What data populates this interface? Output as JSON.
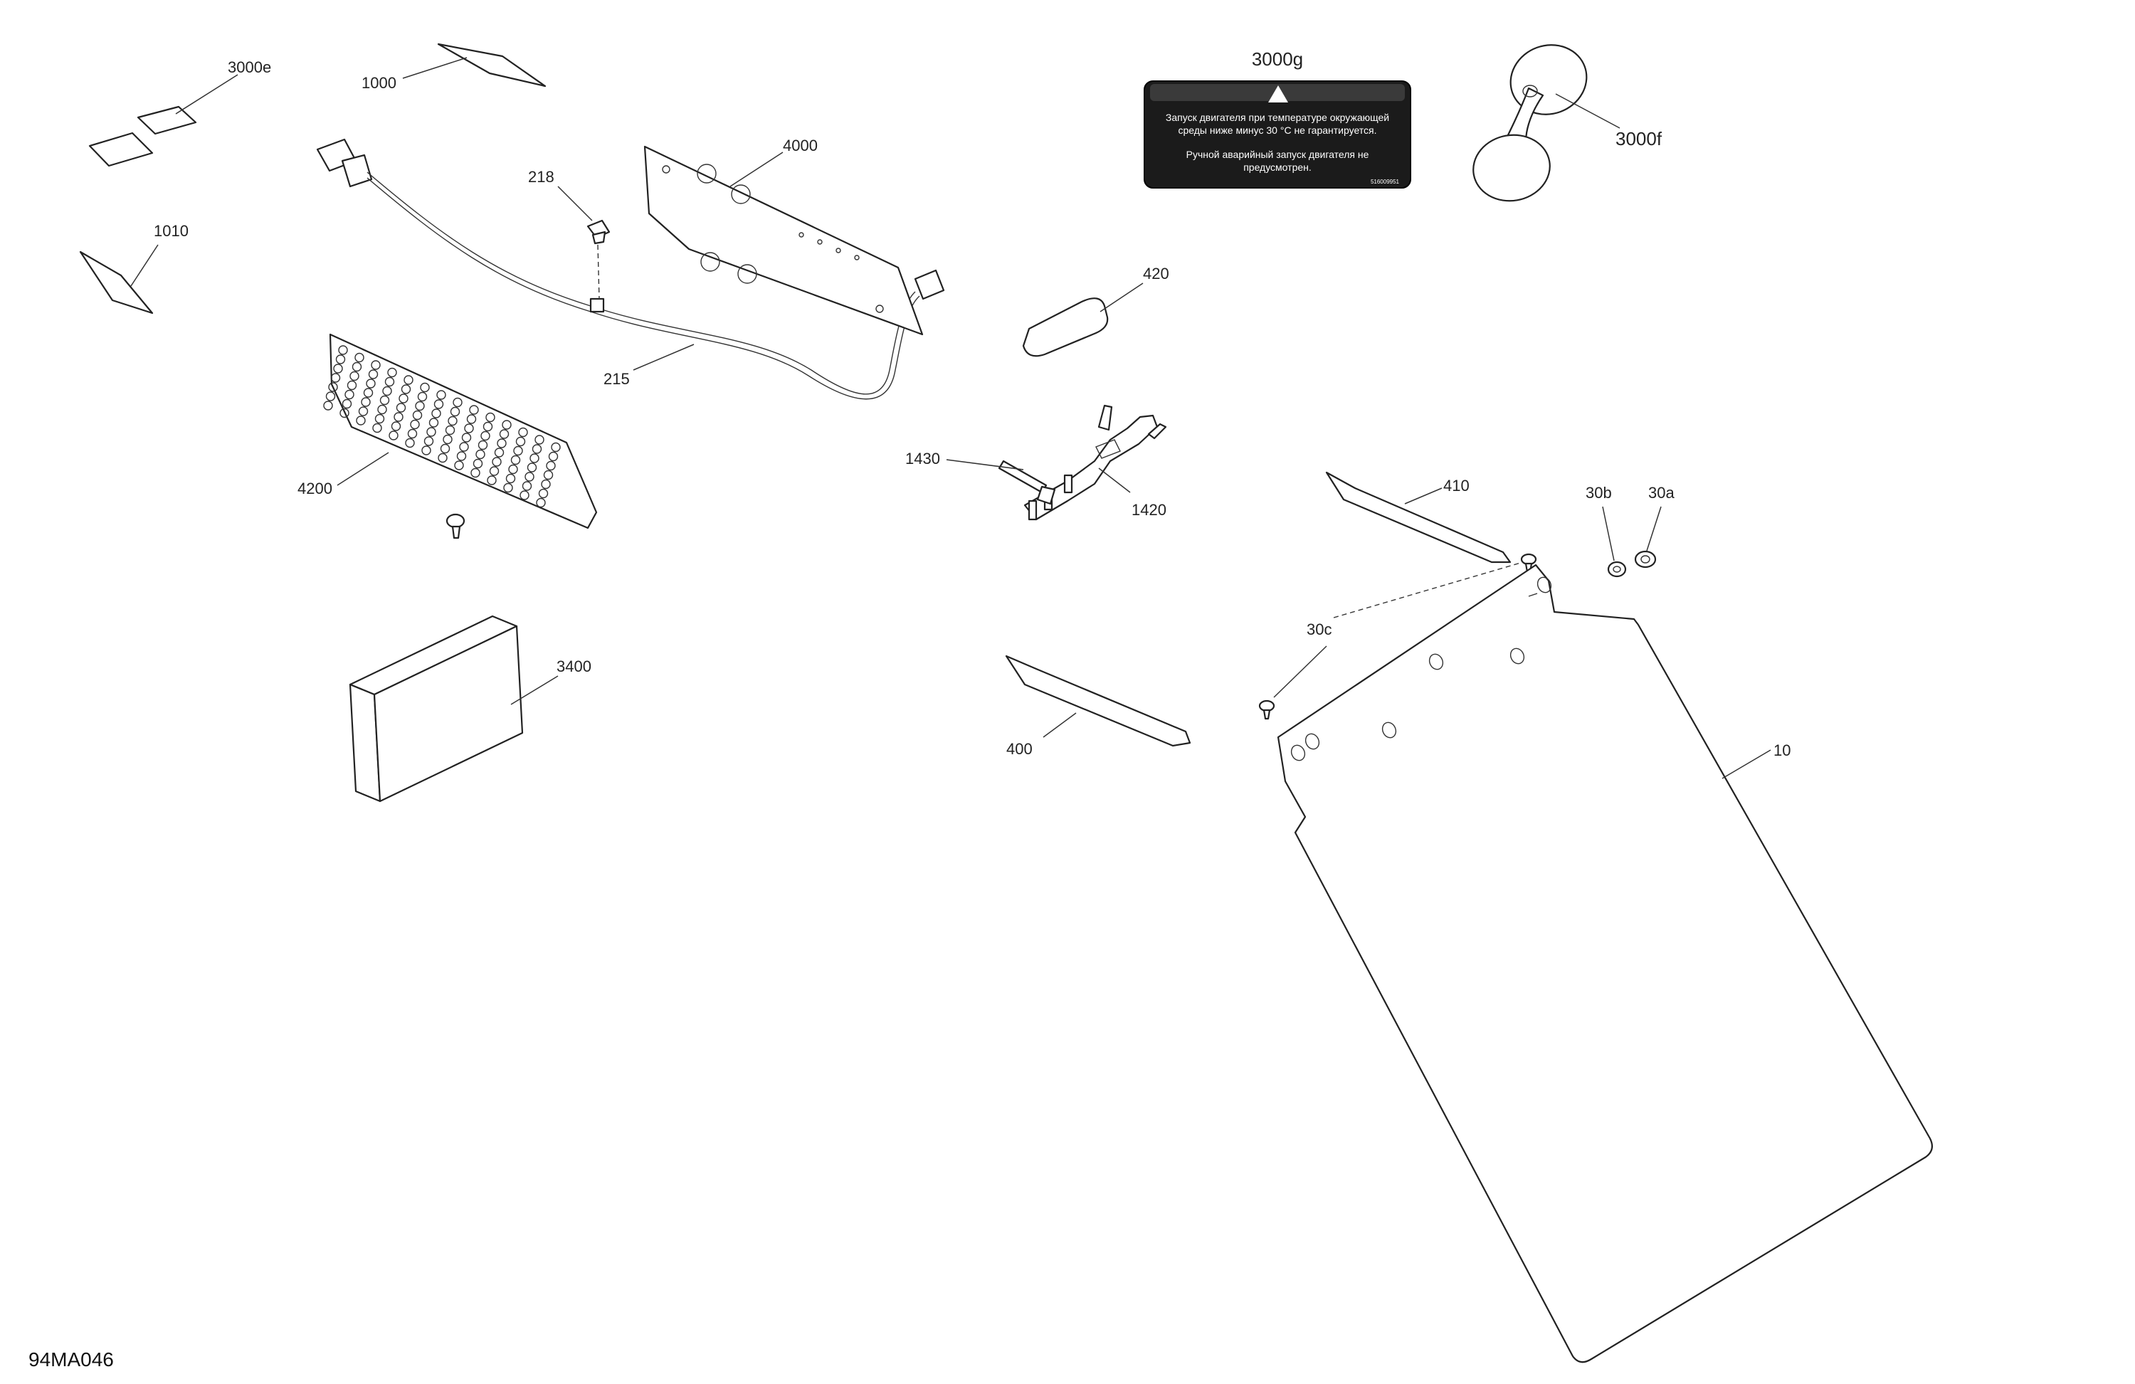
{
  "diagram_code": "94MA046",
  "callouts": {
    "c3000e": "3000e",
    "c1000": "1000",
    "c1010": "1010",
    "c218": "218",
    "c4000": "4000",
    "c215": "215",
    "c4200": "4200",
    "c3000g": "3000g",
    "c3000f": "3000f",
    "c420": "420",
    "c1430": "1430",
    "c1420": "1420",
    "c410": "410",
    "c30b": "30b",
    "c30a": "30a",
    "c30c": "30c",
    "c3400": "3400",
    "c400": "400",
    "c10": "10"
  },
  "warning_label": {
    "line1": "Запуск двигателя при температуре окружающей",
    "line2": "среды ниже минус 30 °С не гарантируется.",
    "line3": "Ручной аварийный запуск двигателя не",
    "line4": "предусмотрен.",
    "part_code": "516009951"
  }
}
